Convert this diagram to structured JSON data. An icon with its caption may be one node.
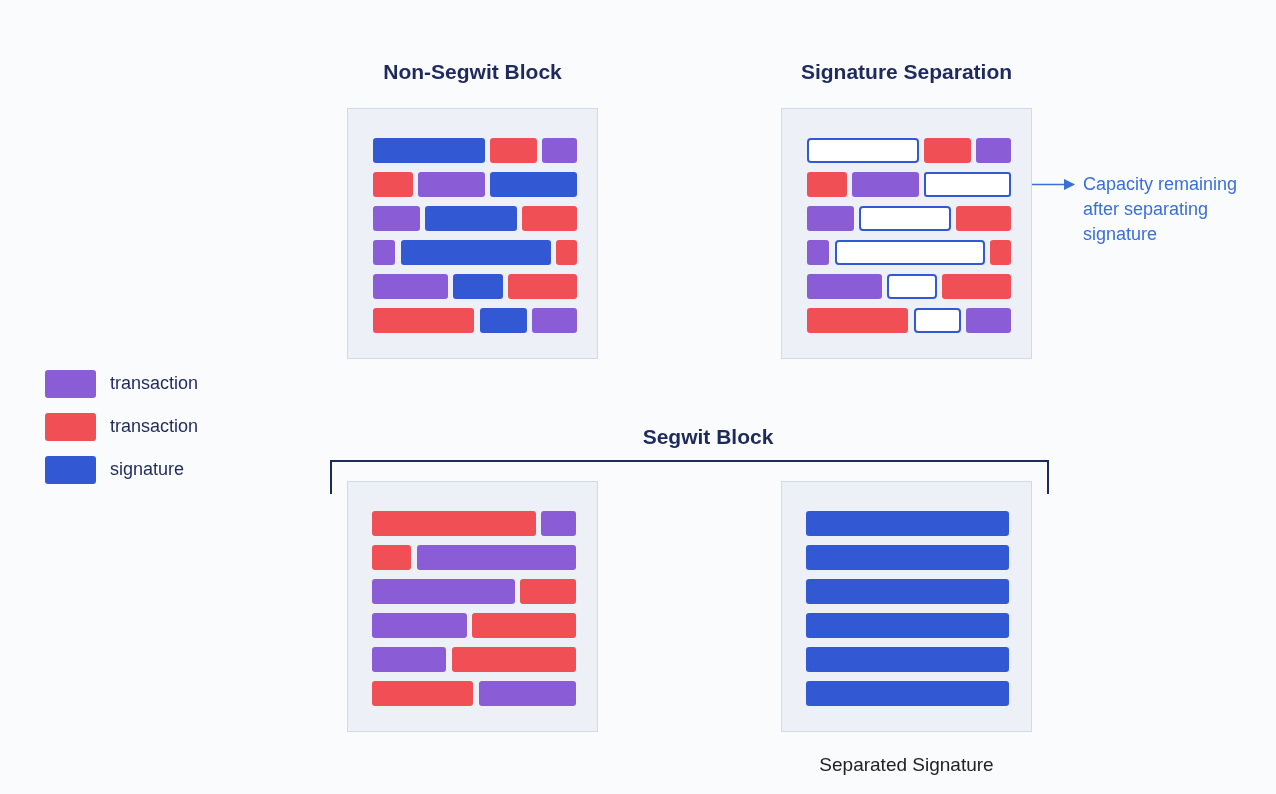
{
  "diagram": {
    "nodes": [
      {
        "text": [
          "Non-Segwit Block"
        ]
      },
      {
        "text": [
          "Signature Separation"
        ]
      },
      {
        "text": [],
        "shape": "bar",
        "in": 1
      },
      {
        "text": [
          "Capacity remaining after separating signature"
        ]
      },
      {
        "text": [],
        "shape": "box"
      },
      {
        "text": [],
        "shape": "box",
        "beside": [
          "Separated Signature"
        ]
      }
    ],
    "edges": [
      {
        "from": 2,
        "to": 3,
        "arrow": "to"
      }
    ],
    "labels": [
      "Segwit Block"
    ],
    "legend": [
      {
        "text": "transaction",
        "color": "#8a5cd6"
      },
      {
        "text": "transaction",
        "color": "#ef4f55"
      },
      {
        "text": "signature",
        "color": "#3358d4"
      }
    ]
  }
}
